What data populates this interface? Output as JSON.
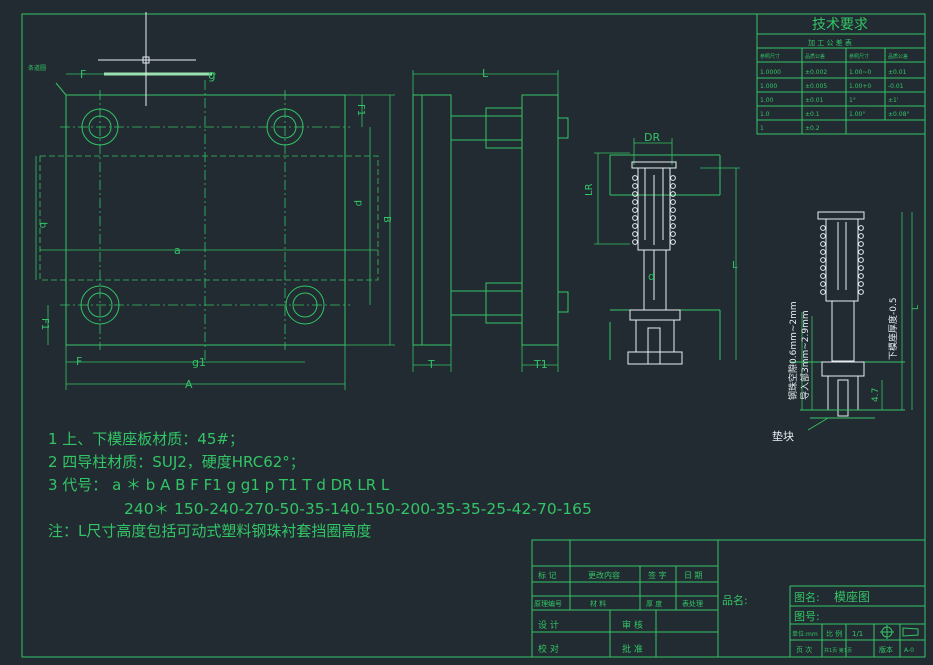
{
  "drawing": {
    "labels": {
      "F": "F",
      "g": "g",
      "a": "a",
      "b": "b",
      "p": "p",
      "B": "B",
      "A": "A",
      "F1": "F1",
      "g1": "g1",
      "L": "L",
      "T": "T",
      "T1": "T1",
      "DR": "DR",
      "LR": "LR",
      "d": "d",
      "ellipsis": "条道圆"
    },
    "detail": {
      "gap_note": "钢珠空隙0.6mm~2mm",
      "guide_note": "导入部3mm~2.9mm",
      "thickness_note": "下模座厚度-0.5",
      "dim_47": "4.7",
      "dim_L": "L",
      "pad_label": "垫块"
    }
  },
  "notes": {
    "line1": "1  上、下模座板材质：45#；",
    "line2": "2  四导柱材质：SUJ2，硬度HRC62°；",
    "line3": "3  代号： a ＊ b    A   B    F   F1   g   g1   p    T1   T   d   DR  LR  L",
    "line4": "240＊ 150-240-270-50-35-140-150-200-35-35-25-42-70-165",
    "line5": "注：L尺寸高度包括可动式塑料钢珠衬套挡圈高度"
  },
  "tech": {
    "title": "技术要求",
    "subtitle": "加 工 公 差 表",
    "headers": [
      "参照尺寸",
      "品质公差",
      "参照尺寸",
      "品质公差"
    ],
    "rows": [
      [
        "1.0000",
        "±0.002",
        "1.00~0",
        "±0.01"
      ],
      [
        "1.000",
        "±0.005",
        "1.00+0",
        "-0.01"
      ],
      [
        "1.00",
        "±0.01",
        "1°",
        "±1'"
      ],
      [
        "1.0",
        "±0.1",
        "1.00°",
        "±0.08°"
      ],
      [
        "1",
        "±0.2",
        "",
        ""
      ]
    ]
  },
  "titleblock": {
    "mark": "标 记",
    "change": "更改内容",
    "sign": "签 字",
    "date": "日 期",
    "material_no": "原理编号",
    "material": "材  料",
    "thickness": "厚 度",
    "treatment": "表处理",
    "design": "设 计",
    "review": "审 核",
    "check": "校 对",
    "approve": "批 准",
    "product_name_label": "品名:",
    "drawing_name_label": "图名:",
    "drawing_name": "模座图",
    "drawing_no_label": "图号:",
    "unit": "单位:mm",
    "scale_label": "比 例",
    "scale": "1/1",
    "pages": "页 次",
    "sheets": "共1页 第1页",
    "version": "版本",
    "version_no": "A-0"
  }
}
